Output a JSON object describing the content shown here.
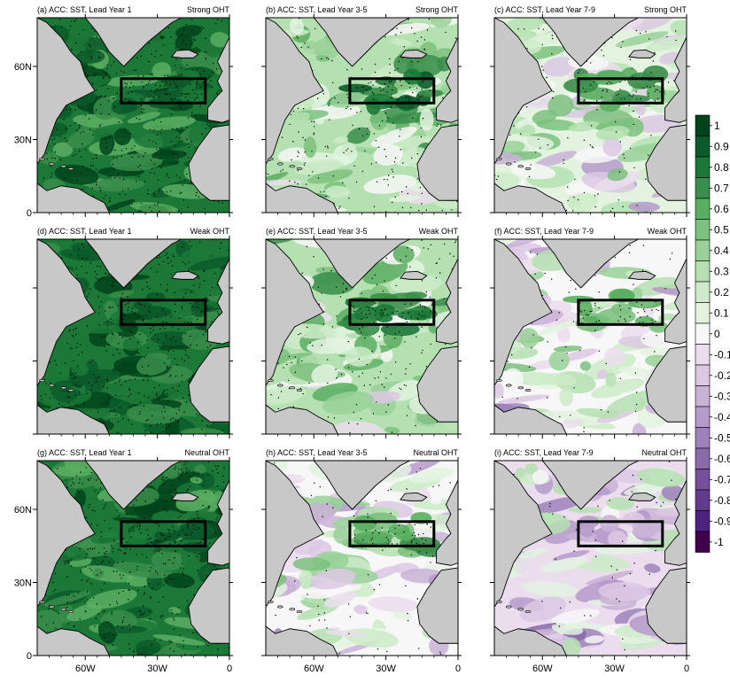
{
  "chart_data": {
    "type": "heatmap",
    "layout": {
      "rows": 3,
      "cols": 3
    },
    "x_ticks": [
      "60W",
      "30W",
      "0"
    ],
    "y_ticks": [
      "60N",
      "30N",
      "0"
    ],
    "panels": [
      {
        "title": "(a) ACC: SST, Lead Year 1",
        "right_title": "Strong OHT",
        "row": 0,
        "col": 0,
        "mean_acc": 0.8,
        "contrast": 0.25,
        "box_mean": 0.85
      },
      {
        "title": "(b) ACC: SST, Lead Year 3-5",
        "right_title": "Strong OHT",
        "row": 0,
        "col": 1,
        "mean_acc": 0.35,
        "contrast": 0.35,
        "box_mean": 0.8
      },
      {
        "title": "(c) ACC: SST, Lead Year 7-9",
        "right_title": "Strong OHT",
        "row": 0,
        "col": 2,
        "mean_acc": 0.15,
        "contrast": 0.4,
        "box_mean": 0.65
      },
      {
        "title": "(d) ACC: SST, Lead Year 1",
        "right_title": "Weak OHT",
        "row": 1,
        "col": 0,
        "mean_acc": 0.85,
        "contrast": 0.2,
        "box_mean": 0.9
      },
      {
        "title": "(e) ACC: SST, Lead Year 3-5",
        "right_title": "Weak OHT",
        "row": 1,
        "col": 1,
        "mean_acc": 0.3,
        "contrast": 0.4,
        "box_mean": 0.75
      },
      {
        "title": "(f) ACC: SST, Lead Year 7-9",
        "right_title": "Weak OHT",
        "row": 1,
        "col": 2,
        "mean_acc": 0.05,
        "contrast": 0.45,
        "box_mean": 0.55
      },
      {
        "title": "(g) ACC: SST, Lead Year 1",
        "right_title": "Neutral OHT",
        "row": 2,
        "col": 0,
        "mean_acc": 0.8,
        "contrast": 0.25,
        "box_mean": 0.85
      },
      {
        "title": "(h) ACC: SST, Lead Year 3-5",
        "right_title": "Neutral OHT",
        "row": 2,
        "col": 1,
        "mean_acc": 0.05,
        "contrast": 0.45,
        "box_mean": 0.6
      },
      {
        "title": "(i) ACC: SST, Lead Year 7-9",
        "right_title": "Neutral OHT",
        "row": 2,
        "col": 2,
        "mean_acc": -0.1,
        "contrast": 0.45,
        "box_mean": -0.3
      }
    ],
    "colorbar": {
      "levels": [
        "1",
        "0.9",
        "0.8",
        "0.7",
        "0.6",
        "0.5",
        "0.4",
        "0.3",
        "0.2",
        "0.1",
        "0",
        "-0.1",
        "-0.2",
        "-0.3",
        "-0.4",
        "-0.5",
        "-0.6",
        "-0.7",
        "-0.8",
        "-0.9",
        "-1"
      ],
      "range": [
        -1,
        1
      ],
      "colors": [
        "#00441b",
        "#0b5a2a",
        "#1b7837",
        "#3a8d4a",
        "#5aae61",
        "#7cc17e",
        "#99d199",
        "#b5e0b1",
        "#cdebc8",
        "#e3f3e0",
        "#f7f7f7",
        "#ebdded",
        "#dcc8e3",
        "#c9b2d6",
        "#b69acb",
        "#9f82bb",
        "#8a6aab",
        "#76509a",
        "#633a8c",
        "#4f2280",
        "#40004b"
      ]
    },
    "land_color": "#c8c8c8",
    "box_region": {
      "lon": [
        -45,
        -10
      ],
      "lat": [
        45,
        55
      ]
    }
  }
}
